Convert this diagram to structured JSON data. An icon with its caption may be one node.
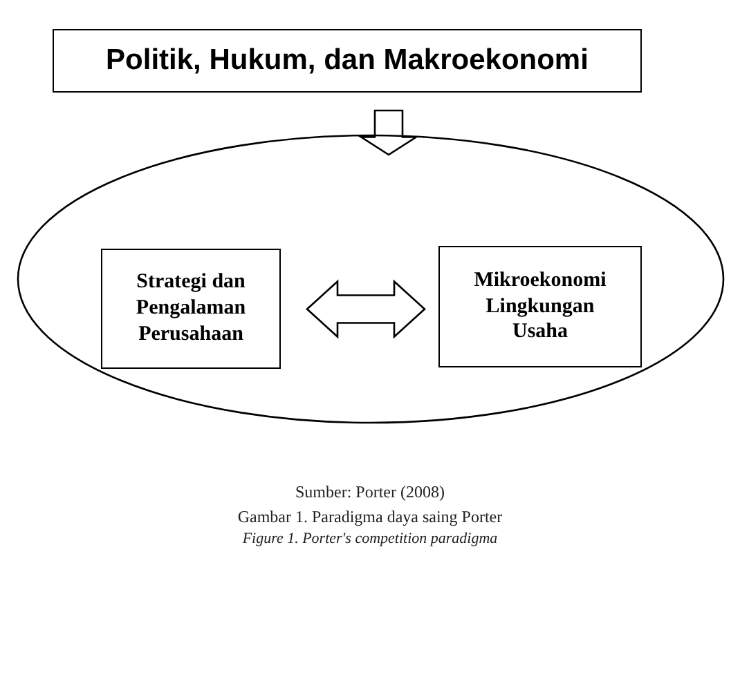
{
  "diagram": {
    "nodes": [
      {
        "text": [
          "Politik, Hukum, dan Makroekonomi"
        ]
      },
      {
        "text": [],
        "shape": "ellipse"
      },
      {
        "text": [
          "Strategi dan Pengalaman Perusahaan"
        ],
        "in": 1
      },
      {
        "text": [
          "Mikroekonomi Lingkungan Usaha"
        ],
        "in": 1
      }
    ],
    "edges": [
      {
        "from": 0,
        "to": 1,
        "arrow": "to"
      },
      {
        "from": 2,
        "to": 3,
        "arrow": "both"
      }
    ],
    "labels": [
      "Sumber: Porter (2008)",
      "Gambar 1. Paradigma daya saing Porter",
      "Figure 1. Porter's competition paradigma"
    ]
  }
}
